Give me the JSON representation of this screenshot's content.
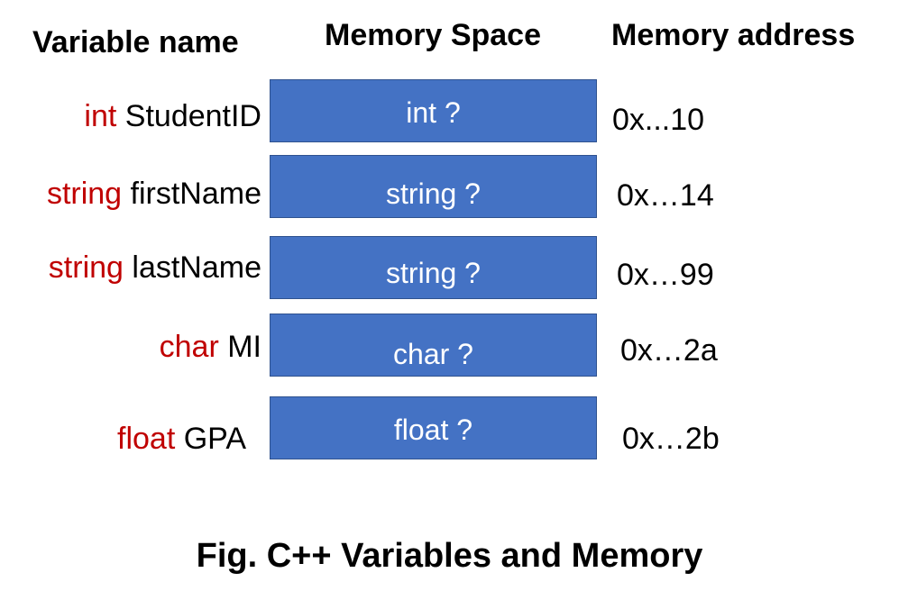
{
  "headers": {
    "variable_name": "Variable name",
    "memory_space": "Memory Space",
    "memory_address": "Memory address"
  },
  "colors": {
    "type_keyword": "#c00000",
    "memory_box_fill": "#4472c4",
    "memory_box_border": "#2f528f",
    "memory_box_text": "#ffffff"
  },
  "rows": [
    {
      "type": "int",
      "name": "StudentID",
      "memory": "int ?",
      "address": "0x...10"
    },
    {
      "type": "string",
      "name": "firstName",
      "memory": "string ?",
      "address": "0x…14"
    },
    {
      "type": "string",
      "name": "lastName",
      "memory": "string ?",
      "address": "0x…99"
    },
    {
      "type": "char",
      "name": "MI",
      "memory": "char ?",
      "address": "0x…2a"
    },
    {
      "type": "float",
      "name": "GPA",
      "memory": "float ?",
      "address": "0x…2b"
    }
  ],
  "caption": "Fig. C++ Variables and Memory"
}
